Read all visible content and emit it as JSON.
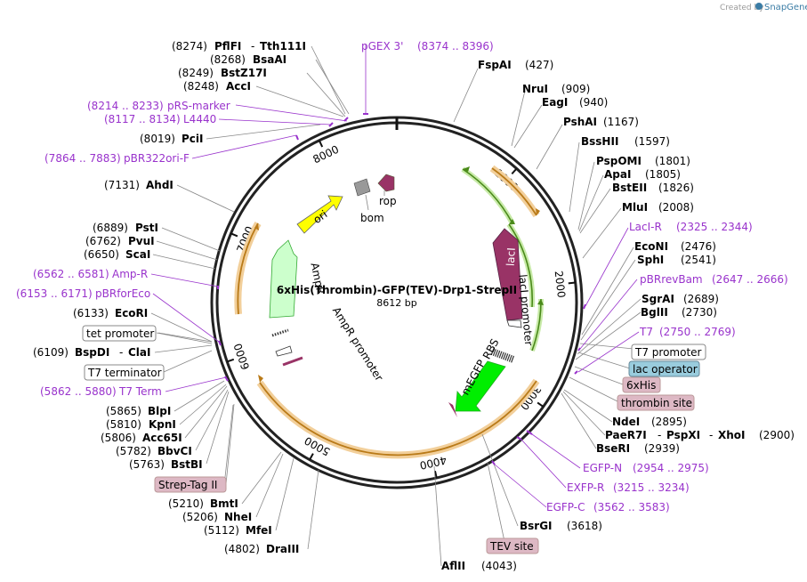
{
  "credit": {
    "text": "Created by",
    "brand": "SnapGene"
  },
  "plasmid": {
    "name": "6xHis(Thrombin)-GFP(TEV)-Drp1-StrepII",
    "size": "8612 bp"
  },
  "ticks": [
    "1000",
    "2000",
    "3000",
    "4000",
    "5000",
    "6000",
    "7000",
    "8000"
  ],
  "features": {
    "ori": "ori",
    "rop": "rop",
    "bom": "bom",
    "ampr": "AmpR",
    "ampr_promoter": "AmpR promoter",
    "laci": "lacI",
    "laci_promoter": "lacI promoter",
    "rbs": "RBS",
    "megfp": "mEGFP"
  },
  "enzymes_left": [
    {
      "pos": "(8274)",
      "name": "PflFI",
      "sep": "-",
      "name2": "Tth111I"
    },
    {
      "pos": "(8268)",
      "name": "BsaAI"
    },
    {
      "pos": "(8249)",
      "name": "BstZ17I"
    },
    {
      "pos": "(8248)",
      "name": "AccI"
    },
    {
      "pos": "(8019)",
      "name": "PciI"
    },
    {
      "pos": "(7131)",
      "name": "AhdI"
    },
    {
      "pos": "(6889)",
      "name": "PstI"
    },
    {
      "pos": "(6762)",
      "name": "PvuI"
    },
    {
      "pos": "(6650)",
      "name": "ScaI"
    },
    {
      "pos": "(6133)",
      "name": "EcoRI"
    },
    {
      "pos": "(6109)",
      "name": "BspDI",
      "sep": "-",
      "name2": "ClaI"
    },
    {
      "pos": "(5865)",
      "name": "BlpI"
    },
    {
      "pos": "(5810)",
      "name": "KpnI"
    },
    {
      "pos": "(5806)",
      "name": "Acc65I"
    },
    {
      "pos": "(5782)",
      "name": "BbvCI"
    },
    {
      "pos": "(5763)",
      "name": "BstBI"
    },
    {
      "pos": "(5210)",
      "name": "BmtI"
    },
    {
      "pos": "(5206)",
      "name": "NheI"
    },
    {
      "pos": "(5112)",
      "name": "MfeI"
    },
    {
      "pos": "(4802)",
      "name": "DraIII"
    }
  ],
  "enzymes_right": [
    {
      "name": "FspAI",
      "pos": "(427)"
    },
    {
      "name": "NruI",
      "pos": "(909)"
    },
    {
      "name": "EagI",
      "pos": "(940)"
    },
    {
      "name": "PshAI",
      "pos": "(1167)"
    },
    {
      "name": "BssHII",
      "pos": "(1597)"
    },
    {
      "name": "PspOMI",
      "pos": "(1801)"
    },
    {
      "name": "ApaI",
      "pos": "(1805)"
    },
    {
      "name": "BstEII",
      "pos": "(1826)"
    },
    {
      "name": "MluI",
      "pos": "(2008)"
    },
    {
      "name": "EcoNI",
      "pos": "(2476)"
    },
    {
      "name": "SphI",
      "pos": "(2541)"
    },
    {
      "name": "SgrAI",
      "pos": "(2689)"
    },
    {
      "name": "BglII",
      "pos": "(2730)"
    },
    {
      "name": "NdeI",
      "pos": "(2895)"
    },
    {
      "name": "PaeR7I",
      "sep": "-",
      "name2": "PspXI",
      "sep2": "-",
      "name3": "XhoI",
      "pos": "(2900)"
    },
    {
      "name": "BseRI",
      "pos": "(2939)"
    },
    {
      "name": "BsrGI",
      "pos": "(3618)"
    },
    {
      "name": "AflII",
      "pos": "(4043)"
    }
  ],
  "primers": {
    "pgex3": {
      "name": "pGEX 3'",
      "range": "(8374 .. 8396)"
    },
    "prs": {
      "range": "(8214 .. 8233)",
      "name": "pRS-marker"
    },
    "l4440": {
      "range": "(8117 .. 8134)",
      "name": "L4440"
    },
    "pbr322": {
      "range": "(7864 .. 7883)",
      "name": "pBR322ori-F"
    },
    "ampr": {
      "range": "(6562 .. 6581)",
      "name": "Amp-R"
    },
    "pbrfor": {
      "range": "(6153 .. 6171)",
      "name": "pBRforEco"
    },
    "t7term": {
      "range": "(5862 .. 5880)",
      "name": "T7 Term"
    },
    "laci_r": {
      "name": "LacI-R",
      "range": "(2325 .. 2344)"
    },
    "pbrrev": {
      "name": "pBRrevBam",
      "range": "(2647 .. 2666)"
    },
    "t7": {
      "name": "T7",
      "range": "(2750 .. 2769)"
    },
    "egfp_n": {
      "name": "EGFP-N",
      "range": "(2954 .. 2975)"
    },
    "exfp_r": {
      "name": "EXFP-R",
      "range": "(3215 .. 3234)"
    },
    "egfp_c": {
      "name": "EGFP-C",
      "range": "(3562 .. 3583)"
    }
  },
  "boxes": {
    "tet_promoter": "tet promoter",
    "t7_terminator": "T7 terminator",
    "strep_tag": "Strep-Tag II",
    "t7_promoter": "T7 promoter",
    "lac_operator": "lac operator",
    "his6": "6xHis",
    "thrombin": "thrombin site",
    "tev": "TEV site"
  },
  "colors": {
    "ori": "#ffff00",
    "rop": "#993366",
    "bom": "#999999",
    "ampr": "#ccffcc",
    "laci": "#993366",
    "megfp": "#00ee00",
    "orf": "#e8a33d",
    "primer": "#9933cc",
    "lac_operator": "#99ccdd",
    "pink_box": "#ddb8c4"
  }
}
